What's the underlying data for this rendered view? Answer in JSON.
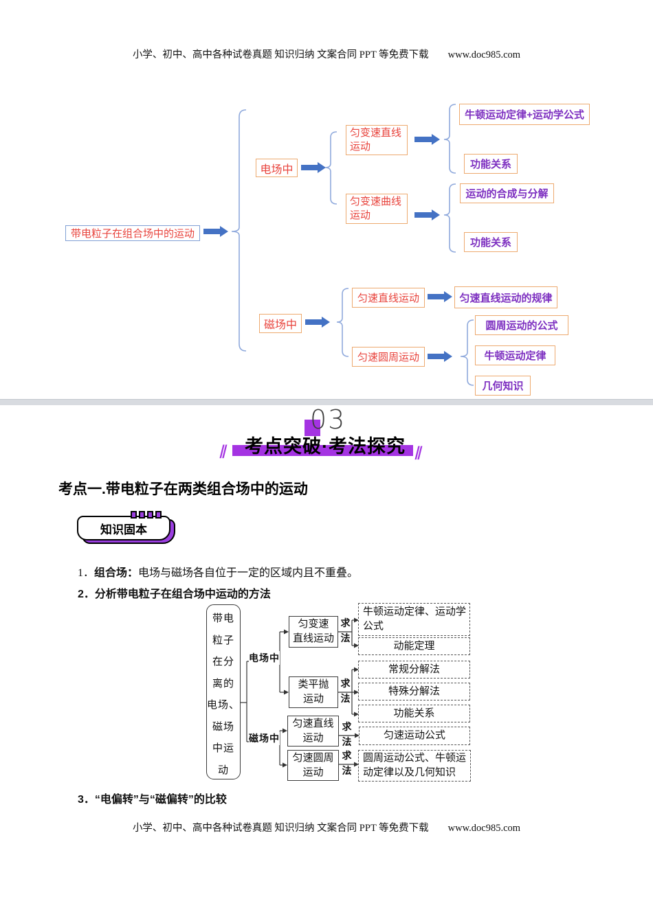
{
  "page": {
    "header": "小学、初中、高中各种试卷真题 知识归纳 文案合同 PPT 等免费下载",
    "header_url": "www.doc985.com",
    "footer": "小学、初中、高中各种试卷真题 知识归纳 文案合同 PPT 等免费下载",
    "footer_url": "www.doc985.com"
  },
  "colors": {
    "accent_purple": "#a433e2",
    "node_red": "#e8433c",
    "arrow_blue": "#4472c4",
    "purple_text": "#7d2fc0",
    "orange_border": "#eda96e"
  },
  "mindmap": {
    "root": "带电粒子在组合场中的运动",
    "electric": {
      "label": "电场中",
      "uniform_accel_line": {
        "label": "匀变速直线\n运动",
        "methods": [
          "牛顿运动定律+运动学公式",
          "功能关系"
        ]
      },
      "uniform_accel_curve": {
        "label": "匀变速曲线\n运动",
        "methods": [
          "运动的合成与分解",
          "功能关系"
        ]
      }
    },
    "magnetic": {
      "label": "磁场中",
      "uniform_line": {
        "label": "匀速直线运动",
        "methods": [
          "匀速直线运动的规律"
        ]
      },
      "uniform_circular": {
        "label": "匀速圆周运动",
        "methods": [
          "圆周运动的公式",
          "牛顿运动定律",
          "几何知识"
        ]
      }
    }
  },
  "section": {
    "number": "03",
    "banner": "考点突破·考法探究",
    "slash_left": "∥",
    "slash_right": "∥"
  },
  "kaodian_title": "考点一.带电粒子在两类组合场中的运动",
  "badge_label": "知识固本",
  "items": {
    "item1_num": "1．",
    "item1_bold": "组合场：",
    "item1_text": "电场与磁场各自位于一定的区域内且不重叠。",
    "item2": "2．分析带电粒子在组合场中运动的方法",
    "item3": "3．“电偏转”与“磁偏转”的比较"
  },
  "diagram2": {
    "root": "带电\n粒子\n在分\n离的\n电场、\n磁场\n中运\n动",
    "electric_label": "电场中",
    "magnetic_label": "磁场中",
    "qiufa": "求\n法",
    "boxes": {
      "b1": "匀变速\n直线运动",
      "b2": "类平抛\n运动",
      "b3": "匀速直线\n运动",
      "b4": "匀速圆周\n运动"
    },
    "methods": {
      "m1": "牛顿运动定律、运动学\n公式",
      "m2": "动能定理",
      "m3": "常规分解法",
      "m4": "特殊分解法",
      "m5": "功能关系",
      "m6": "匀速运动公式",
      "m7": "圆周运动公式、牛顿运\n动定律以及几何知识"
    }
  }
}
